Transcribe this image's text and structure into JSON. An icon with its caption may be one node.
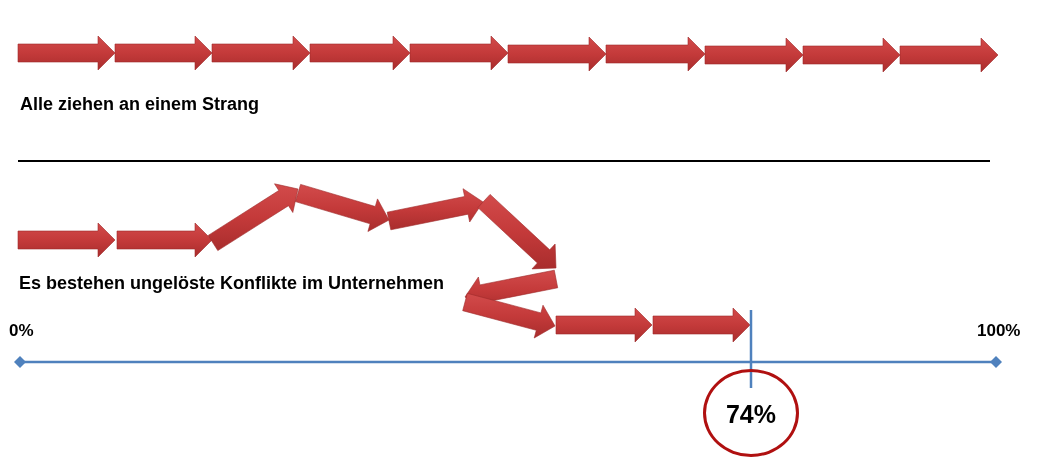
{
  "diagram": {
    "nodes": [
      {
        "text": [
          "74%"
        ]
      }
    ],
    "labels": [
      "Alle ziehen an einem Strang",
      "Es bestehen ungelöste Konflikte im Unternehmen",
      "0%",
      "100%"
    ]
  }
}
